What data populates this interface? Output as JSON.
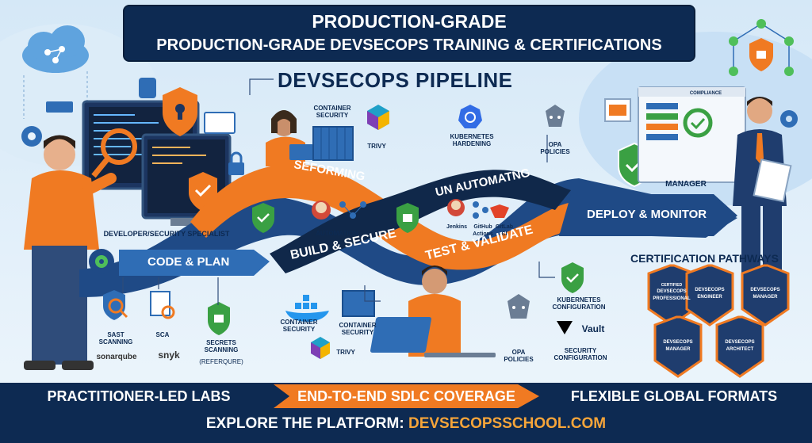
{
  "header": {
    "line1": "PRODUCTION-GRADE",
    "line2": "PRODUCTION-GRADE DEVSECOPS TRAINING & CERTIFICATIONS"
  },
  "pipeline_title": "DEVSECOPS PIPELINE",
  "people": {
    "developer": "DEVELOPER/SECURITY SPECIALIST",
    "manager": "MANAGER"
  },
  "stages": {
    "code_plan": "CODE & PLAN",
    "build_secure": "BUILD & SECURE",
    "test_validate": "TEST & VALIDATE",
    "deploy_monitor": "DEPLOY & MONITOR",
    "seforming": "SEFORMING",
    "un_automating": "UN AUTOMATNG"
  },
  "tools": {
    "container_security_top": "CONTAINER SECURITY",
    "trivy_top": "TRIVY",
    "automation": "AUTOMATION",
    "kubernetes_hardening": "KUBERNETES HARDENING",
    "opa_policies_top": "OPA POLICIES",
    "jenkins": "Jenkins",
    "github_actions": "GitHub Actions",
    "gitlab_ci": "GitLab CI",
    "compliance": "COMPLIANCE",
    "sast": "SAST SCANNING",
    "sonarqube": "sonarqube",
    "sca": "SCA",
    "snyk": "snyk",
    "secrets": "SECRETS SCANNING",
    "secrets_sub": "(REFERQURE)",
    "container_security_b1": "CONTAINER SECURITY",
    "container_security_b2": "CONTAINER SECURITY",
    "trivy_bottom": "TRIVY",
    "opa_policies_bottom": "OPA POLICIES",
    "k8s_config": "KUBERNETES CONFIGURATION",
    "vault": "Vault",
    "security_config": "SECURITY CONFIGURATION"
  },
  "certification": {
    "title": "CERTIFICATION PATHWAYS",
    "badges": [
      {
        "top": "CERTIFIED",
        "name": "DEVSECOPS PROFESSIONAL"
      },
      {
        "top": "",
        "name": "DEVSECOPS ENGINEER"
      },
      {
        "top": "",
        "name": "DEVSECOPS MANAGER"
      },
      {
        "top": "",
        "name": "DEVSECOPS MANAGER"
      },
      {
        "top": "",
        "name": "DEVSECOPS ARCHITECT"
      }
    ]
  },
  "footer": {
    "seg1": "PRACTITIONER-LED LABS",
    "seg2": "END-TO-END SDLC COVERAGE",
    "seg3": "FLEXIBLE GLOBAL FORMATS",
    "explore_label": "EXPLORE THE PLATFORM:",
    "explore_url": "DEVSECOPSSCHOOL.COM"
  },
  "colors": {
    "navy": "#0d2a52",
    "orange": "#f07a22",
    "blue": "#2f6db5",
    "green": "#3aa043"
  },
  "icons": [
    "cloud-icon",
    "gear-icon",
    "shield-lock-icon",
    "padlock-icon",
    "magnifier-icon",
    "kubernetes-icon",
    "vault-icon",
    "checkmark-shield-icon"
  ]
}
